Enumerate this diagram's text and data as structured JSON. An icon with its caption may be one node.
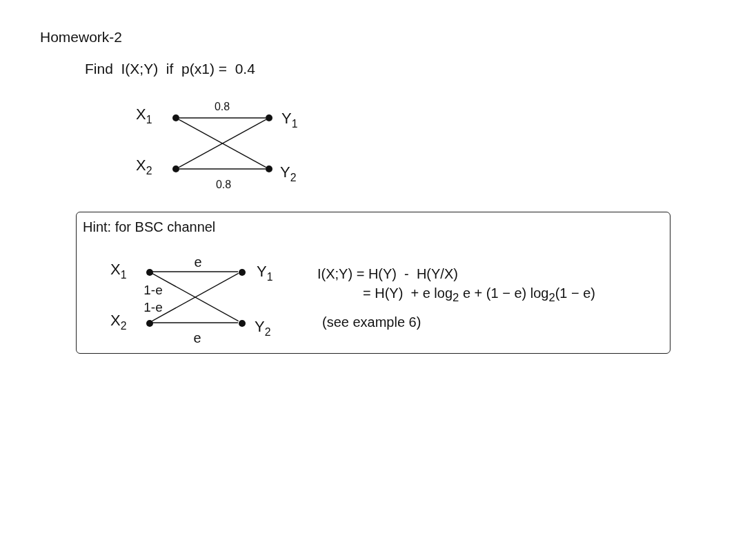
{
  "diagram": {
    "title": "Homework-2",
    "nodes": [
      {
        "text": [],
        "shape": "circle",
        "beside": [
          "X$_{1}$"
        ]
      },
      {
        "text": [],
        "shape": "circle",
        "beside": [
          "X$_{2}$"
        ]
      },
      {
        "text": [],
        "shape": "circle",
        "beside": [
          "Y$_{1}$"
        ]
      },
      {
        "text": [],
        "shape": "circle",
        "beside": [
          "Y$_{2}$"
        ]
      },
      {
        "text": [
          "Hint: for BSC channel",
          "I(X;Y) = H(Y)  -  H(Y/X)",
          "= H(Y)  + e log$_{2}$ e + (1 − e) log$_{2}$(1 − e)",
          "(see example 6)"
        ]
      },
      {
        "text": [],
        "shape": "circle",
        "beside": [
          "X$_{1}$"
        ],
        "in": 4
      },
      {
        "text": [],
        "shape": "circle",
        "beside": [
          "X$_{2}$"
        ],
        "in": 4
      },
      {
        "text": [],
        "shape": "circle",
        "beside": [
          "Y$_{1}$"
        ],
        "in": 4
      },
      {
        "text": [],
        "shape": "circle",
        "beside": [
          "Y$_{2}$"
        ],
        "in": 4
      }
    ],
    "edges": [
      {
        "from": 0,
        "to": 2,
        "arrow": "none",
        "label": "0.8"
      },
      {
        "from": 0,
        "to": 3,
        "arrow": "none"
      },
      {
        "from": 1,
        "to": 2,
        "arrow": "none"
      },
      {
        "from": 1,
        "to": 3,
        "arrow": "none",
        "label": "0.8"
      },
      {
        "from": 5,
        "to": 7,
        "arrow": "none",
        "label": "e"
      },
      {
        "from": 5,
        "to": 8,
        "arrow": "none",
        "label": "1-e"
      },
      {
        "from": 6,
        "to": 7,
        "arrow": "none",
        "label": "1-e"
      },
      {
        "from": 6,
        "to": 8,
        "arrow": "none",
        "label": "e"
      }
    ],
    "labels": [
      "Find  I(X;Y)  if  p(x1) =  0.4"
    ]
  }
}
